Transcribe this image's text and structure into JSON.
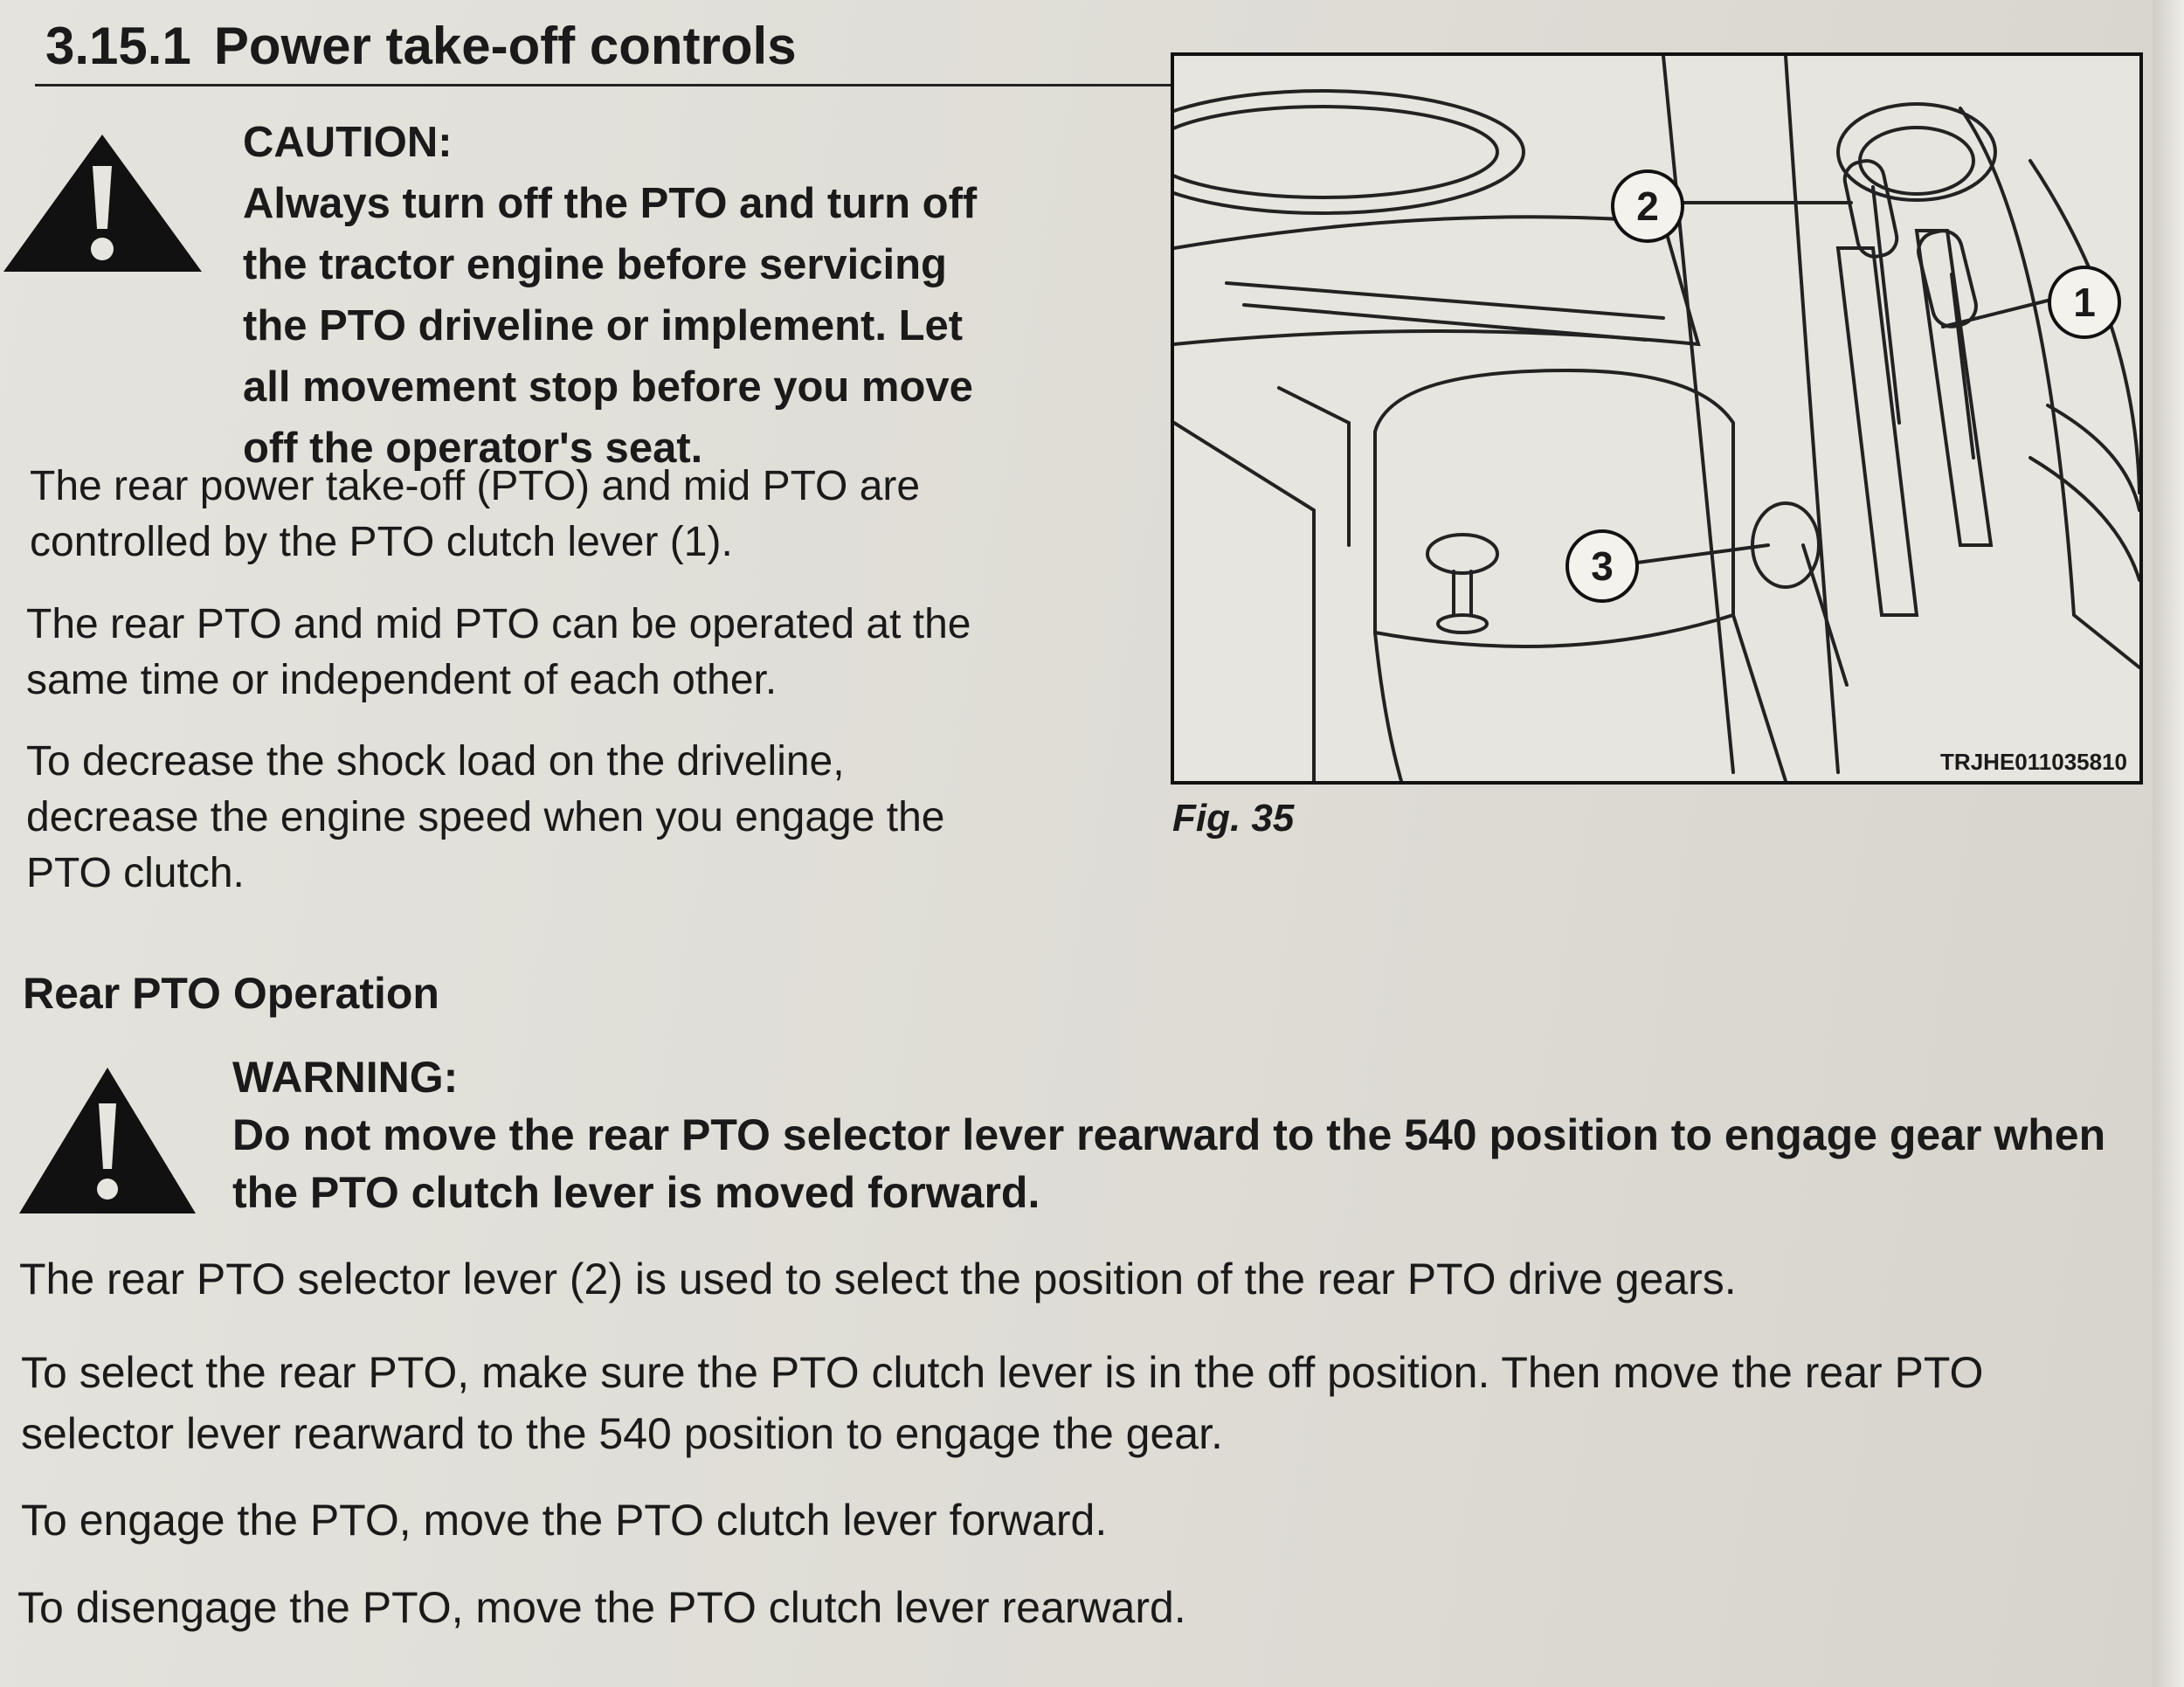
{
  "section": {
    "number": "3.15.1",
    "title": "Power take-off controls"
  },
  "caution": {
    "header": "CAUTION:",
    "lines": [
      "Always turn off the PTO and turn off",
      "the tractor engine before servicing",
      "the PTO driveline or implement. Let",
      "all movement stop before you move",
      "off the operator's seat."
    ]
  },
  "intro_paragraphs": [
    [
      "The rear power take-off (PTO) and mid PTO are",
      "controlled by the PTO clutch lever (1)."
    ],
    [
      "The rear PTO and mid PTO can be operated at the",
      "same time or independent of each other."
    ],
    [
      "To decrease the shock load on the driveline,",
      "decrease the engine speed when you engage the",
      "PTO clutch."
    ]
  ],
  "figure": {
    "caption": "Fig. 35",
    "code": "TRJHE011035810",
    "callouts": [
      "1",
      "2",
      "3"
    ]
  },
  "rear_pto": {
    "heading": "Rear PTO Operation",
    "warning": {
      "header": "WARNING:",
      "lines": [
        "Do not move the rear PTO selector lever rearward to the 540 position to engage gear when",
        "the PTO clutch lever is moved forward."
      ]
    },
    "paragraphs": [
      [
        "The rear PTO selector lever (2) is used to select the position of the rear PTO drive gears."
      ],
      [
        "To select the rear PTO, make sure the PTO clutch lever is in the off position. Then move the rear PTO",
        "selector lever rearward to the 540 position to engage the gear."
      ],
      [
        "To engage the PTO, move the PTO clutch lever forward."
      ],
      [
        "To disengage the PTO, move the PTO clutch lever rearward."
      ]
    ]
  }
}
